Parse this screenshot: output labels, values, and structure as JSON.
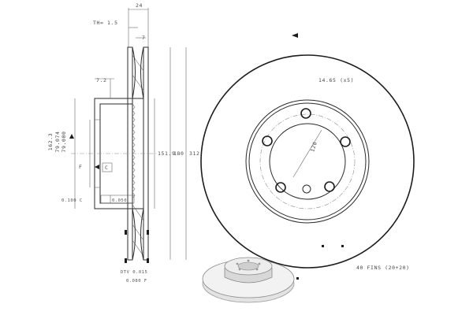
{
  "labels": {
    "top_width": "24",
    "th": "TH= 1.5",
    "seven": "7",
    "seven_two": "7.2",
    "d_162": "162.3",
    "d_79a": "79.074",
    "d_79b": "79.000",
    "d_151": "151.9",
    "d_180": "180",
    "d_312": "312",
    "letter_f": "F",
    "letter_c": "C",
    "tol_left": "0.100 C",
    "tol_box": "0.050",
    "dtv": "DTV 0.015",
    "flat": "0.080 F",
    "hole_spec": "14.65 (x5)",
    "pcd": "120",
    "fins": "40 FINS (20+20)"
  },
  "colors": {
    "line": "#2b2b2b",
    "text": "#4a4a4a"
  }
}
